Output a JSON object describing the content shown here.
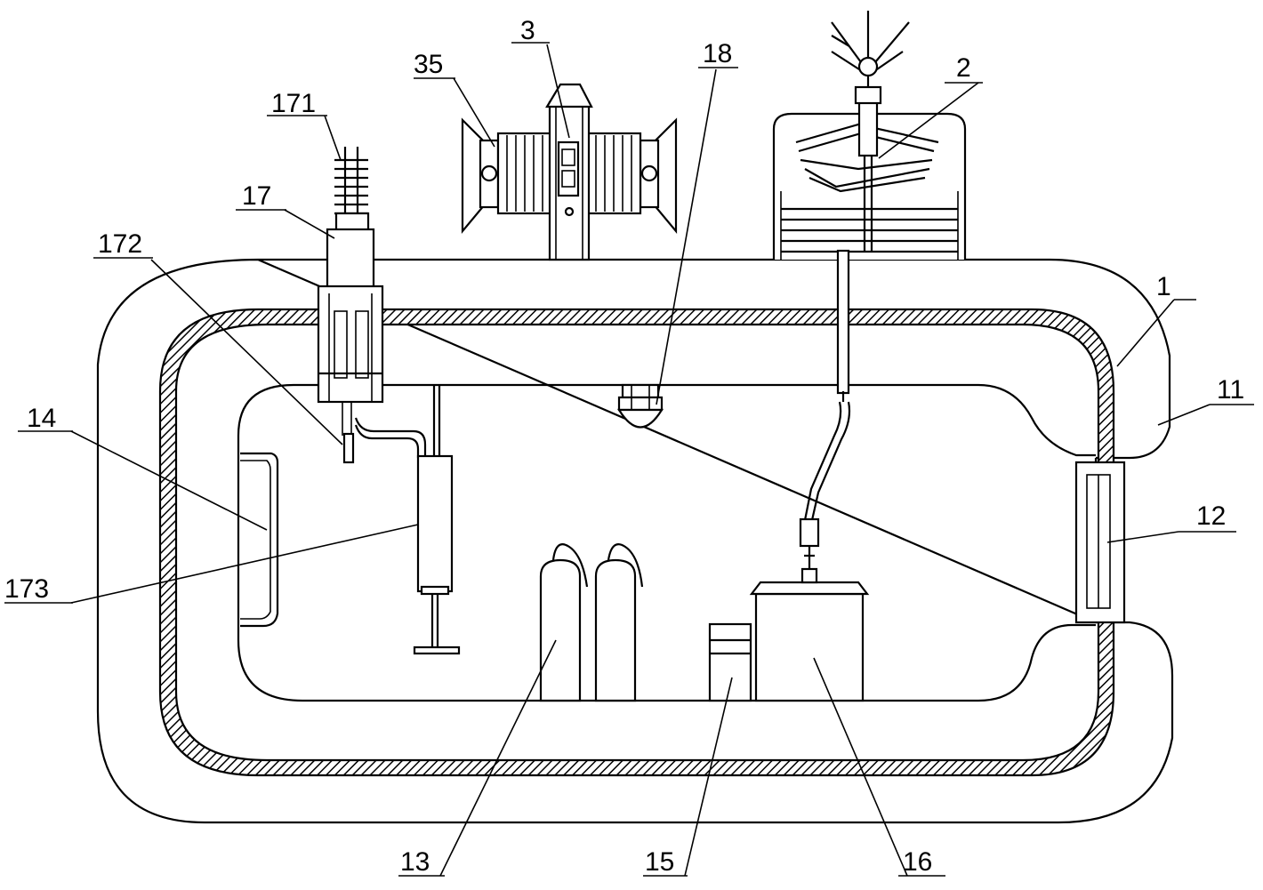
{
  "labels": {
    "l1": "1",
    "l2": "2",
    "l3": "3",
    "l11": "11",
    "l12": "12",
    "l13": "13",
    "l14": "14",
    "l15": "15",
    "l16": "16",
    "l17": "17",
    "l18": "18",
    "l35": "35",
    "l171": "171",
    "l172": "172",
    "l173": "173"
  }
}
